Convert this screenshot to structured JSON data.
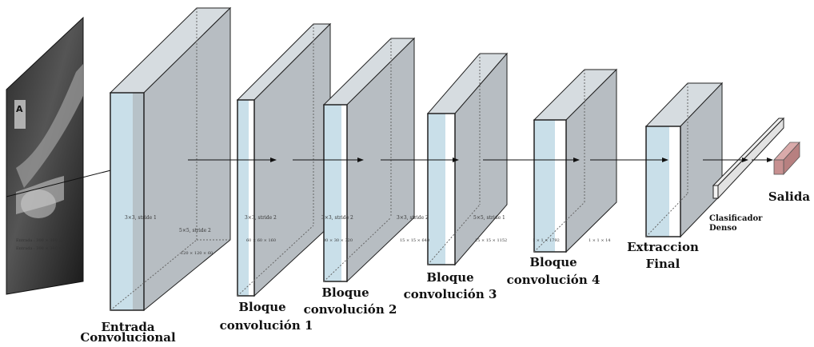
{
  "input_image": {
    "line1": "Entrada : 300 × 300 × 3",
    "line2": "Entrada : 300 × 300 × 3"
  },
  "blocks": [
    {
      "label_line1": "Entrada",
      "label_line2": "Convolucional",
      "op1": "3×3, stride 1",
      "op2": "5×5, stride 2",
      "shape": "120 × 120 × 60"
    },
    {
      "label_line1": "Bloque",
      "label_line2": "convolución 1",
      "op1": "3×3, stride 2",
      "shape": "60 × 60 × 160"
    },
    {
      "label_line1": "Bloque",
      "label_line2": "convolución 2",
      "op1": "3×3, stride 2",
      "shape": "30 × 30 × 320"
    },
    {
      "label_line1": "Bloque",
      "label_line2": "convolución 3",
      "op1": "3×3, stride 2",
      "op2": "5×5, stride 1",
      "shape": "15 × 15 × 640",
      "shape2": "15 × 15 × 1152"
    },
    {
      "label_line1": "Bloque",
      "label_line2": "convolución 4",
      "shape": "1 × 1 × 1792",
      "shape2": "1 × 1 × 14"
    },
    {
      "label_line1": "Extraccion",
      "label_line2": "Final"
    }
  ],
  "classifier": {
    "line1": "Clasificador",
    "line2": "Denso"
  },
  "output": {
    "label": "Salida"
  },
  "colors": {
    "front": "#c9dfe9",
    "side": "#b7bdc2",
    "top": "#d6dce0",
    "edge": "#222222",
    "output": "#c79090"
  }
}
